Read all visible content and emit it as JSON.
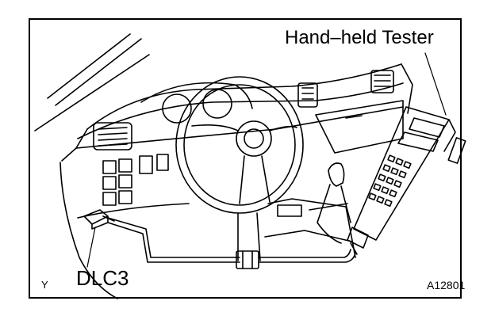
{
  "labels": {
    "tester": "Hand–held Tester",
    "connector": "DLC3",
    "figure_id": "A12801",
    "corner_mark": "Y"
  },
  "colors": {
    "line": "#000000",
    "background": "#ffffff"
  }
}
